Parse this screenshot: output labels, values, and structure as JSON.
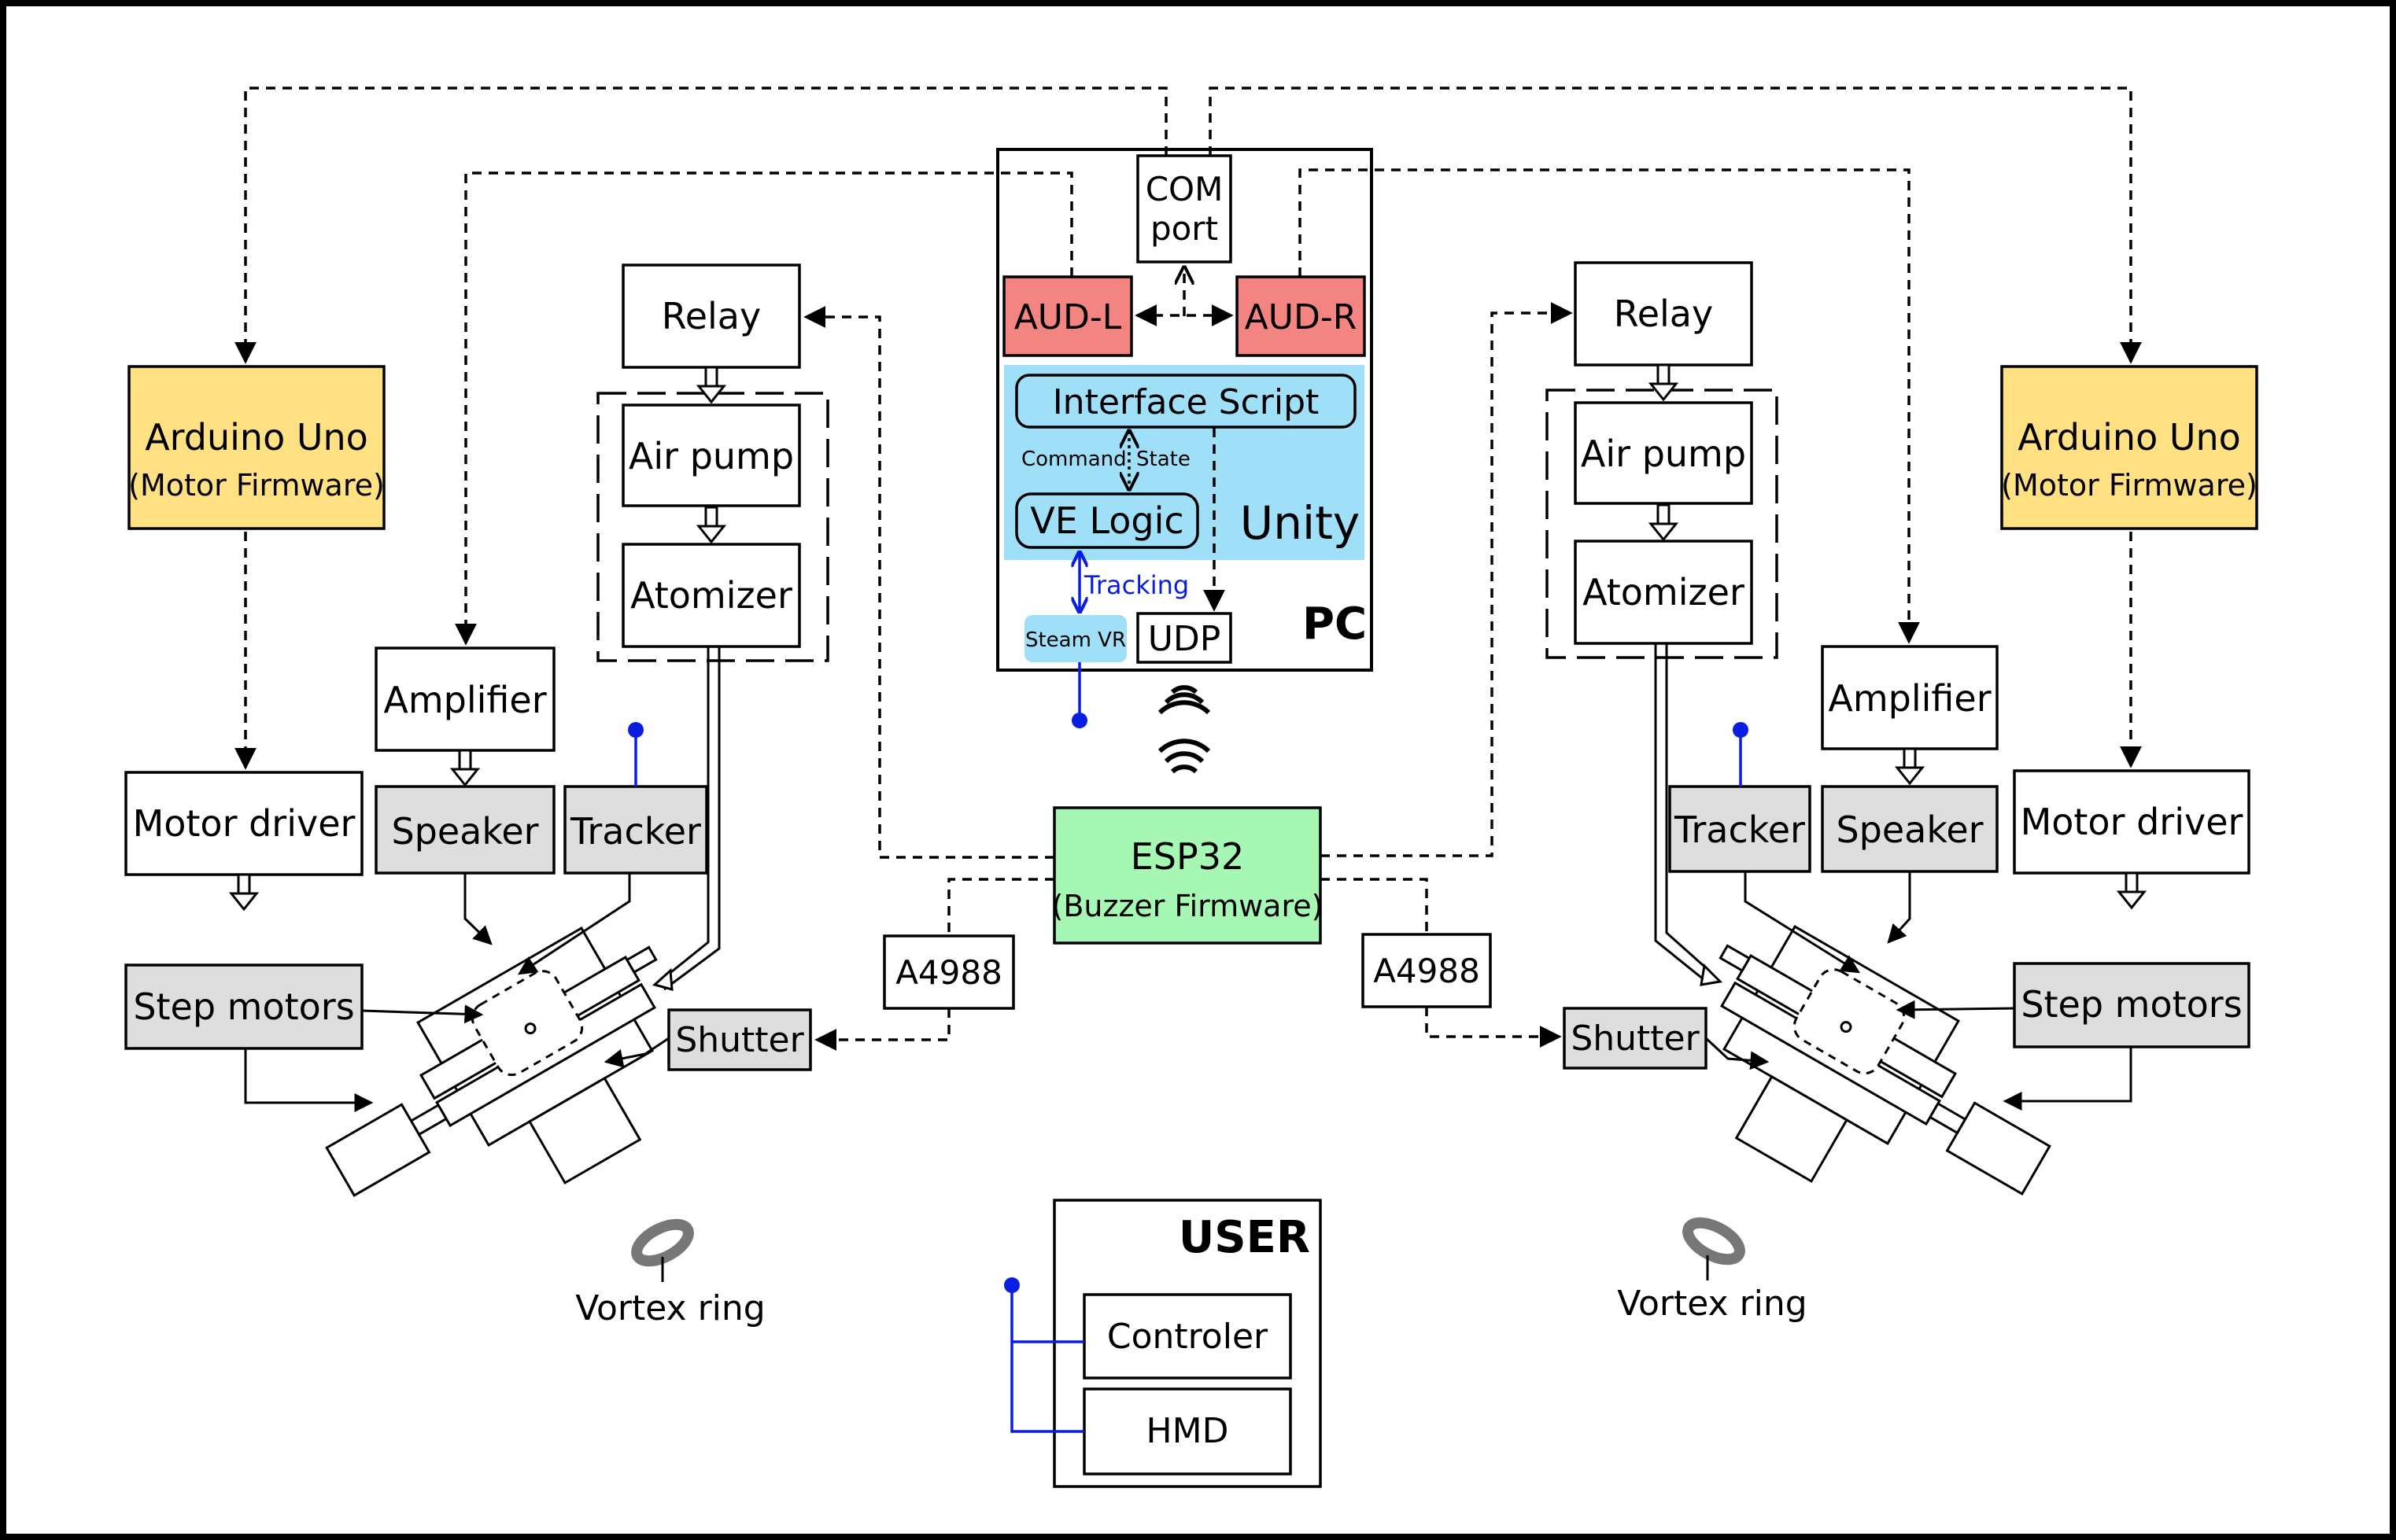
{
  "pc": {
    "label": "PC",
    "com_port": "COM\nport",
    "aud_left": "AUD-L",
    "aud_right": "AUD-R",
    "unity": "Unity",
    "interface_script": "Interface Script",
    "ve_logic": "VE Logic",
    "command": "Command",
    "state": "State",
    "tracking": "Tracking",
    "steam_vr": "Steam VR",
    "udp": "UDP"
  },
  "esp32": {
    "title": "ESP32",
    "subtitle": "(Buzzer Firmware)"
  },
  "left": {
    "arduino_title": "Arduino Uno",
    "arduino_subtitle": "(Motor Firmware)",
    "motor_driver": "Motor driver",
    "step_motors": "Step motors",
    "relay": "Relay",
    "air_pump": "Air pump",
    "atomizer": "Atomizer",
    "amplifier": "Amplifier",
    "speaker": "Speaker",
    "tracker": "Tracker",
    "a4988": "A4988",
    "shutter": "Shutter",
    "vortex_ring": "Vortex ring"
  },
  "right": {
    "arduino_title": "Arduino Uno",
    "arduino_subtitle": "(Motor Firmware)",
    "motor_driver": "Motor driver",
    "step_motors": "Step motors",
    "relay": "Relay",
    "air_pump": "Air pump",
    "atomizer": "Atomizer",
    "amplifier": "Amplifier",
    "speaker": "Speaker",
    "tracker": "Tracker",
    "a4988": "A4988",
    "shutter": "Shutter",
    "vortex_ring": "Vortex ring"
  },
  "user": {
    "label": "USER",
    "controller": "Controler",
    "hmd": "HMD"
  },
  "colors": {
    "arduino": "#ffe082",
    "aud": "#f28482",
    "unity": "#9fe0f8",
    "esp32": "#a6f6b4",
    "grey_box": "#dedede",
    "tracking_blue": "#0a1ee0"
  }
}
